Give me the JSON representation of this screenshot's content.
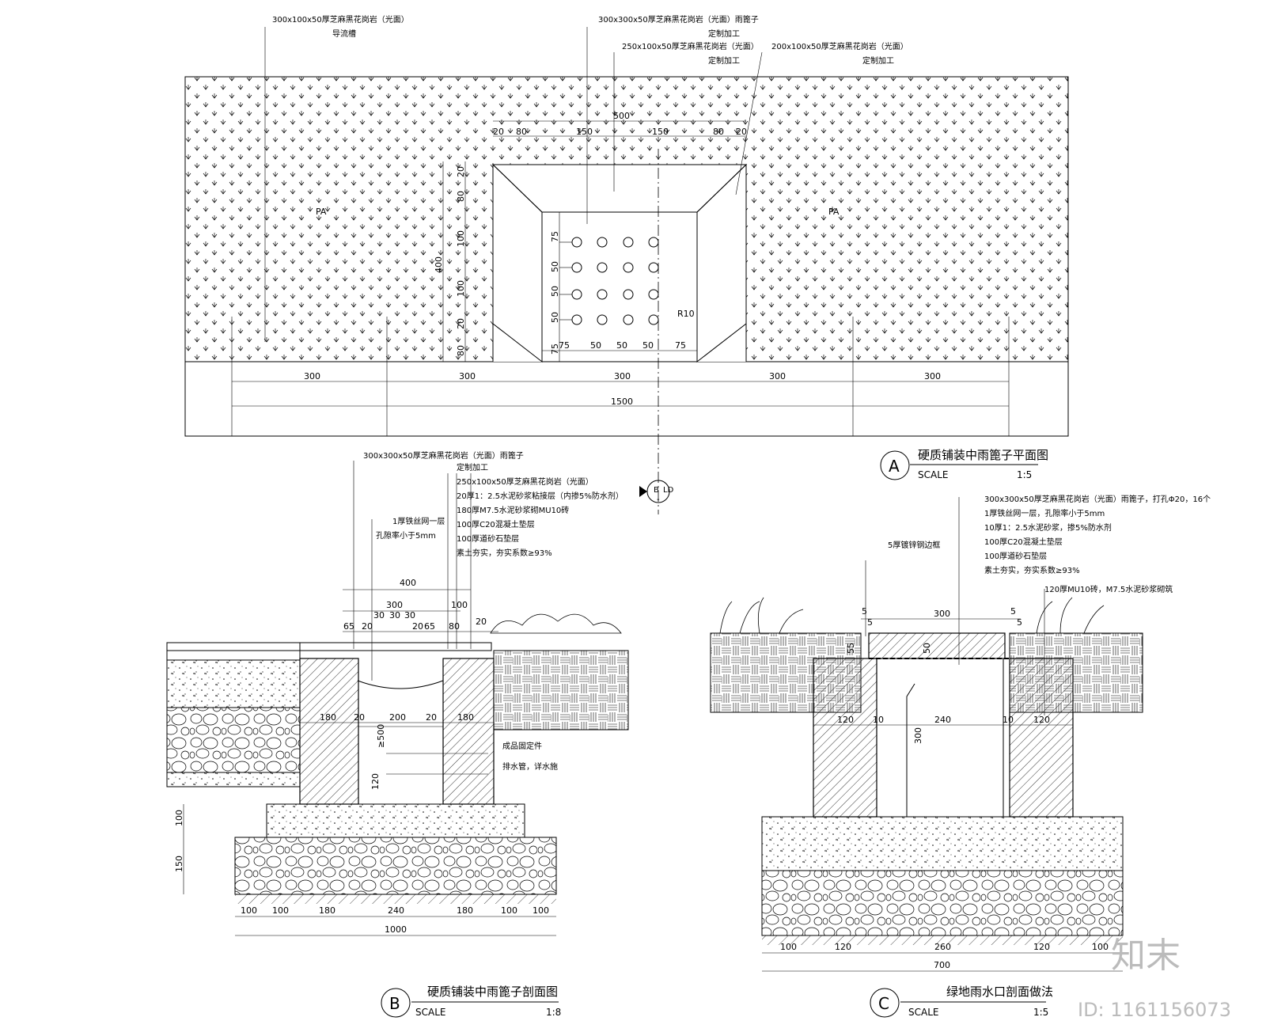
{
  "plan": {
    "title": "硬质铺装中雨篦子平面图",
    "symbol": "A",
    "scale_label": "SCALE",
    "scale_value": "1:5",
    "paving_label_left": "PA",
    "paving_label_right": "PA",
    "callouts": [
      "300x100x50厚芝麻黑花岗岩（光面）",
      "导流槽",
      "300x300x50厚芝麻黑花岗岩（光面）雨篦子",
      "定制加工",
      "250x100x50厚芝麻黑花岗岩（光面）",
      "定制加工",
      "200x100x50厚芝麻黑花岗岩（光面）",
      "定制加工"
    ],
    "dims_top": [
      "500",
      "20",
      "80",
      "150",
      "150",
      "80",
      "20"
    ],
    "dims_left": [
      "20",
      "80",
      "100",
      "400",
      "100",
      "20",
      "80"
    ],
    "dims_holes_v": [
      "75",
      "50",
      "50",
      "50",
      "75"
    ],
    "dims_holes_h": [
      "75",
      "50",
      "50",
      "50",
      "75"
    ],
    "radius": "R10",
    "dims_bottom": [
      "300",
      "300",
      "300",
      "300",
      "300",
      "1500"
    ],
    "section_ref_letter": "B",
    "section_ref_sheet": "LD",
    "section_ref_dash": "-"
  },
  "section_b": {
    "title": "硬质铺装中雨篦子剖面图",
    "symbol": "B",
    "scale_label": "SCALE",
    "scale_value": "1:8",
    "layers": [
      "300x300x50厚芝麻黑花岗岩（光面）雨篦子",
      "定制加工",
      "250x100x50厚芝麻黑花岗岩（光面）",
      "20厚1：2.5水泥砂浆粘接层（内掺5%防水剂）",
      "180厚M7.5水泥砂浆砌MU10砖",
      "100厚C20混凝土垫层",
      "100厚道砂石垫层",
      "素土夯实，夯实系数≥93%"
    ],
    "mesh_note": [
      "1厚铁丝网一层",
      "孔隙率小于5mm"
    ],
    "dims_top": [
      "400",
      "300",
      "100",
      "65",
      "20",
      "30",
      "30",
      "30",
      "20",
      "65",
      "80",
      "20"
    ],
    "dims_inner": [
      "180",
      "20",
      "200",
      "20",
      "180",
      "≥500",
      "120"
    ],
    "dims_left": [
      "100",
      "150"
    ],
    "dims_bottom": [
      "100",
      "100",
      "180",
      "240",
      "180",
      "100",
      "100",
      "1000"
    ],
    "right_notes": [
      "成品固定件",
      "排水管，详水施"
    ]
  },
  "section_c": {
    "title": "绿地雨水口剖面做法",
    "symbol": "C",
    "scale_label": "SCALE",
    "scale_value": "1:5",
    "layers": [
      "300x300x50厚芝麻黑花岗岩（光面）雨篦子，打孔Φ20，16个",
      "1厚铁丝网一层，孔隙率小于5mm",
      "10厚1：2.5水泥砂浆，掺5%防水剂",
      "100厚C20混凝土垫层",
      "100厚道砂石垫层",
      "素土夯实，夯实系数≥93%"
    ],
    "frame_note": "5厚镀锌钢边框",
    "wall_note": "120厚MU10砖，M7.5水泥砂浆砌筑",
    "dims_top": [
      "5",
      "5",
      "300",
      "5",
      "5"
    ],
    "dims_misc": [
      "55",
      "50",
      "300"
    ],
    "dims_inner": [
      "120",
      "10",
      "240",
      "10",
      "120"
    ],
    "dims_bottom": [
      "100",
      "120",
      "260",
      "120",
      "100",
      "700"
    ]
  },
  "watermark": {
    "brand": "知末",
    "id": "ID: 1161156073"
  }
}
